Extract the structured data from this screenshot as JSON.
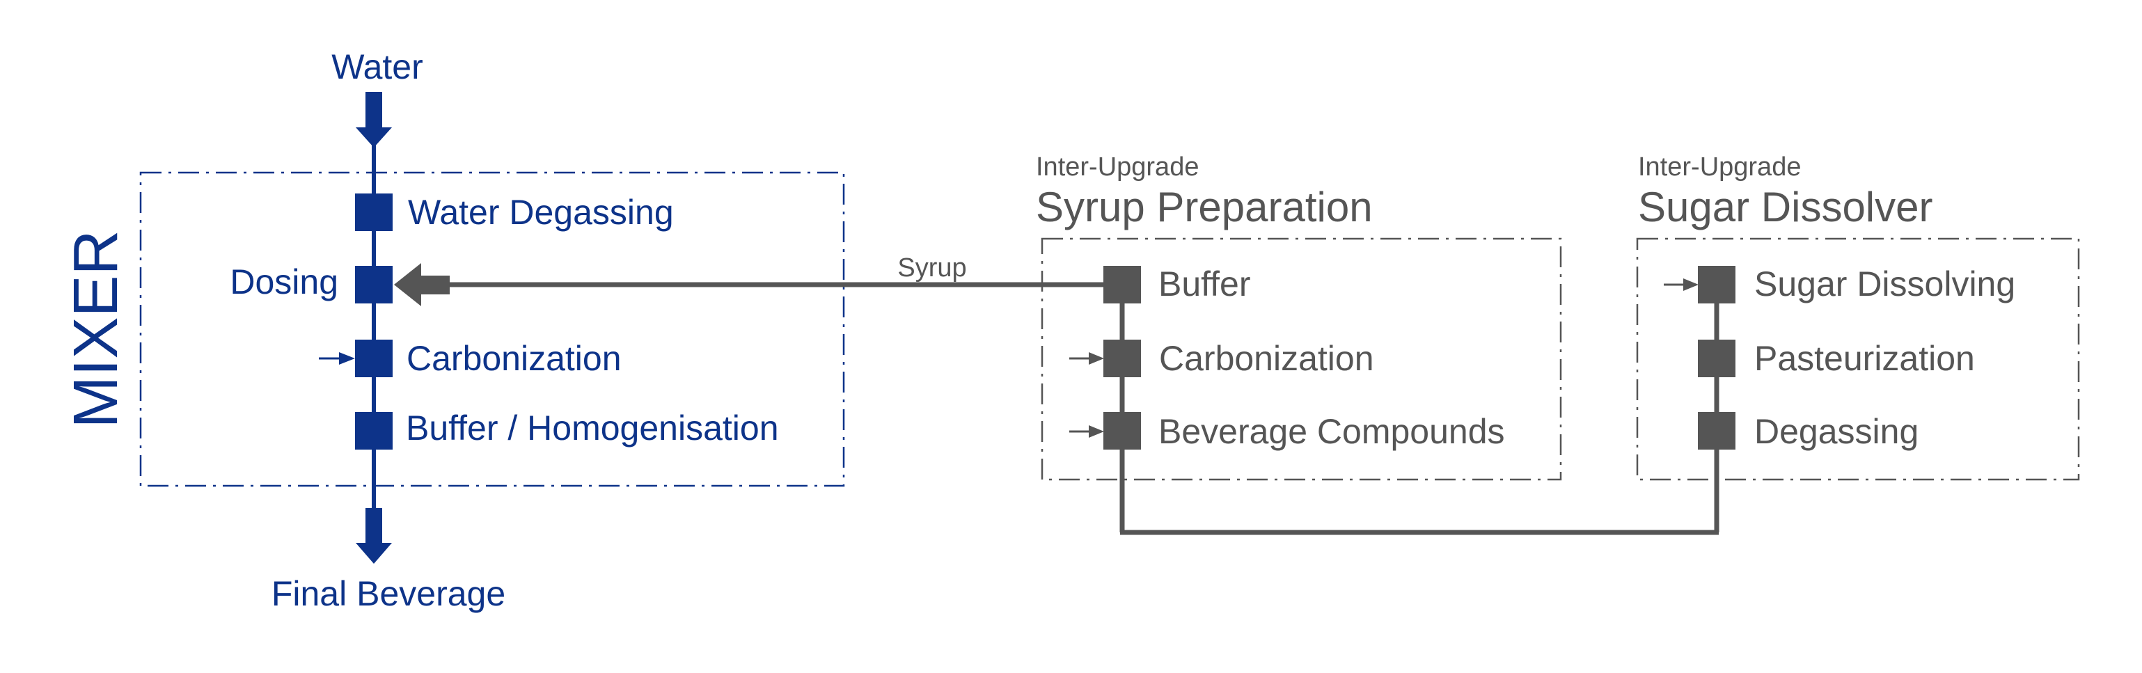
{
  "colors": {
    "blue": "#0d3389",
    "gray": "#555555",
    "background": "#ffffff"
  },
  "mixer": {
    "title": "MIXER",
    "input_label": "Water",
    "output_label": "Final Beverage",
    "steps": [
      {
        "label": "Water Degassing"
      },
      {
        "label": "Dosing"
      },
      {
        "label": "Carbonization"
      },
      {
        "label": "Buffer / Homogenisation"
      }
    ]
  },
  "syrup_link": {
    "label": "Syrup"
  },
  "syrup_preparation": {
    "tag": "Inter-Upgrade",
    "title": "Syrup Preparation",
    "steps": [
      {
        "label": "Buffer"
      },
      {
        "label": "Carbonization"
      },
      {
        "label": "Beverage Compounds"
      }
    ]
  },
  "sugar_dissolver": {
    "tag": "Inter-Upgrade",
    "title": "Sugar Dissolver",
    "steps": [
      {
        "label": "Sugar Dissolving"
      },
      {
        "label": "Pasteurization"
      },
      {
        "label": "Degassing"
      }
    ]
  }
}
